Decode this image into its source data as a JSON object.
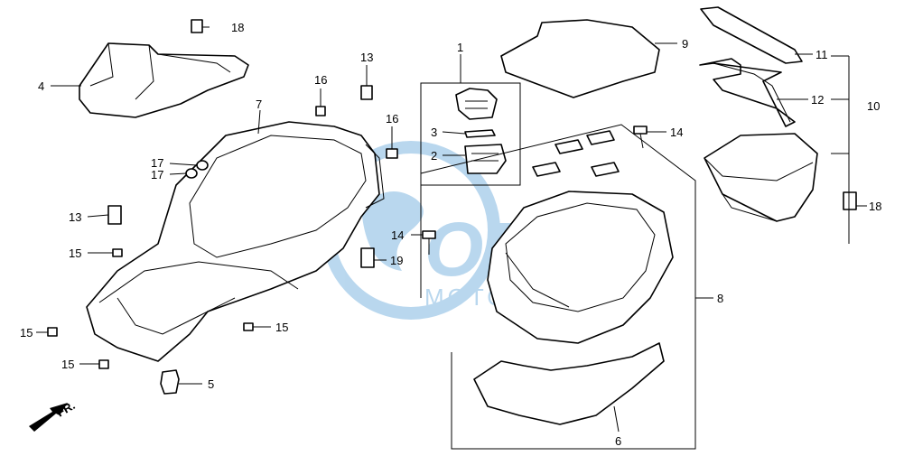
{
  "labels": {
    "l1": "1",
    "l2": "2",
    "l3": "3",
    "l4": "4",
    "l5": "5",
    "l6": "6",
    "l7": "7",
    "l8": "8",
    "l9": "9",
    "l10": "10",
    "l11": "11",
    "l12": "12",
    "l13a": "13",
    "l13b": "13",
    "l14a": "14",
    "l14b": "14",
    "l15a": "15",
    "l15b": "15",
    "l15c": "15",
    "l15d": "15",
    "l16a": "16",
    "l16b": "16",
    "l17a": "17",
    "l17b": "17",
    "l18a": "18",
    "l18b": "18",
    "l19": "19",
    "front": "FR."
  },
  "watermark": {
    "logo_text": "OEM",
    "sub_text": "MOTORPARTS",
    "color": "#3a8fd0"
  }
}
